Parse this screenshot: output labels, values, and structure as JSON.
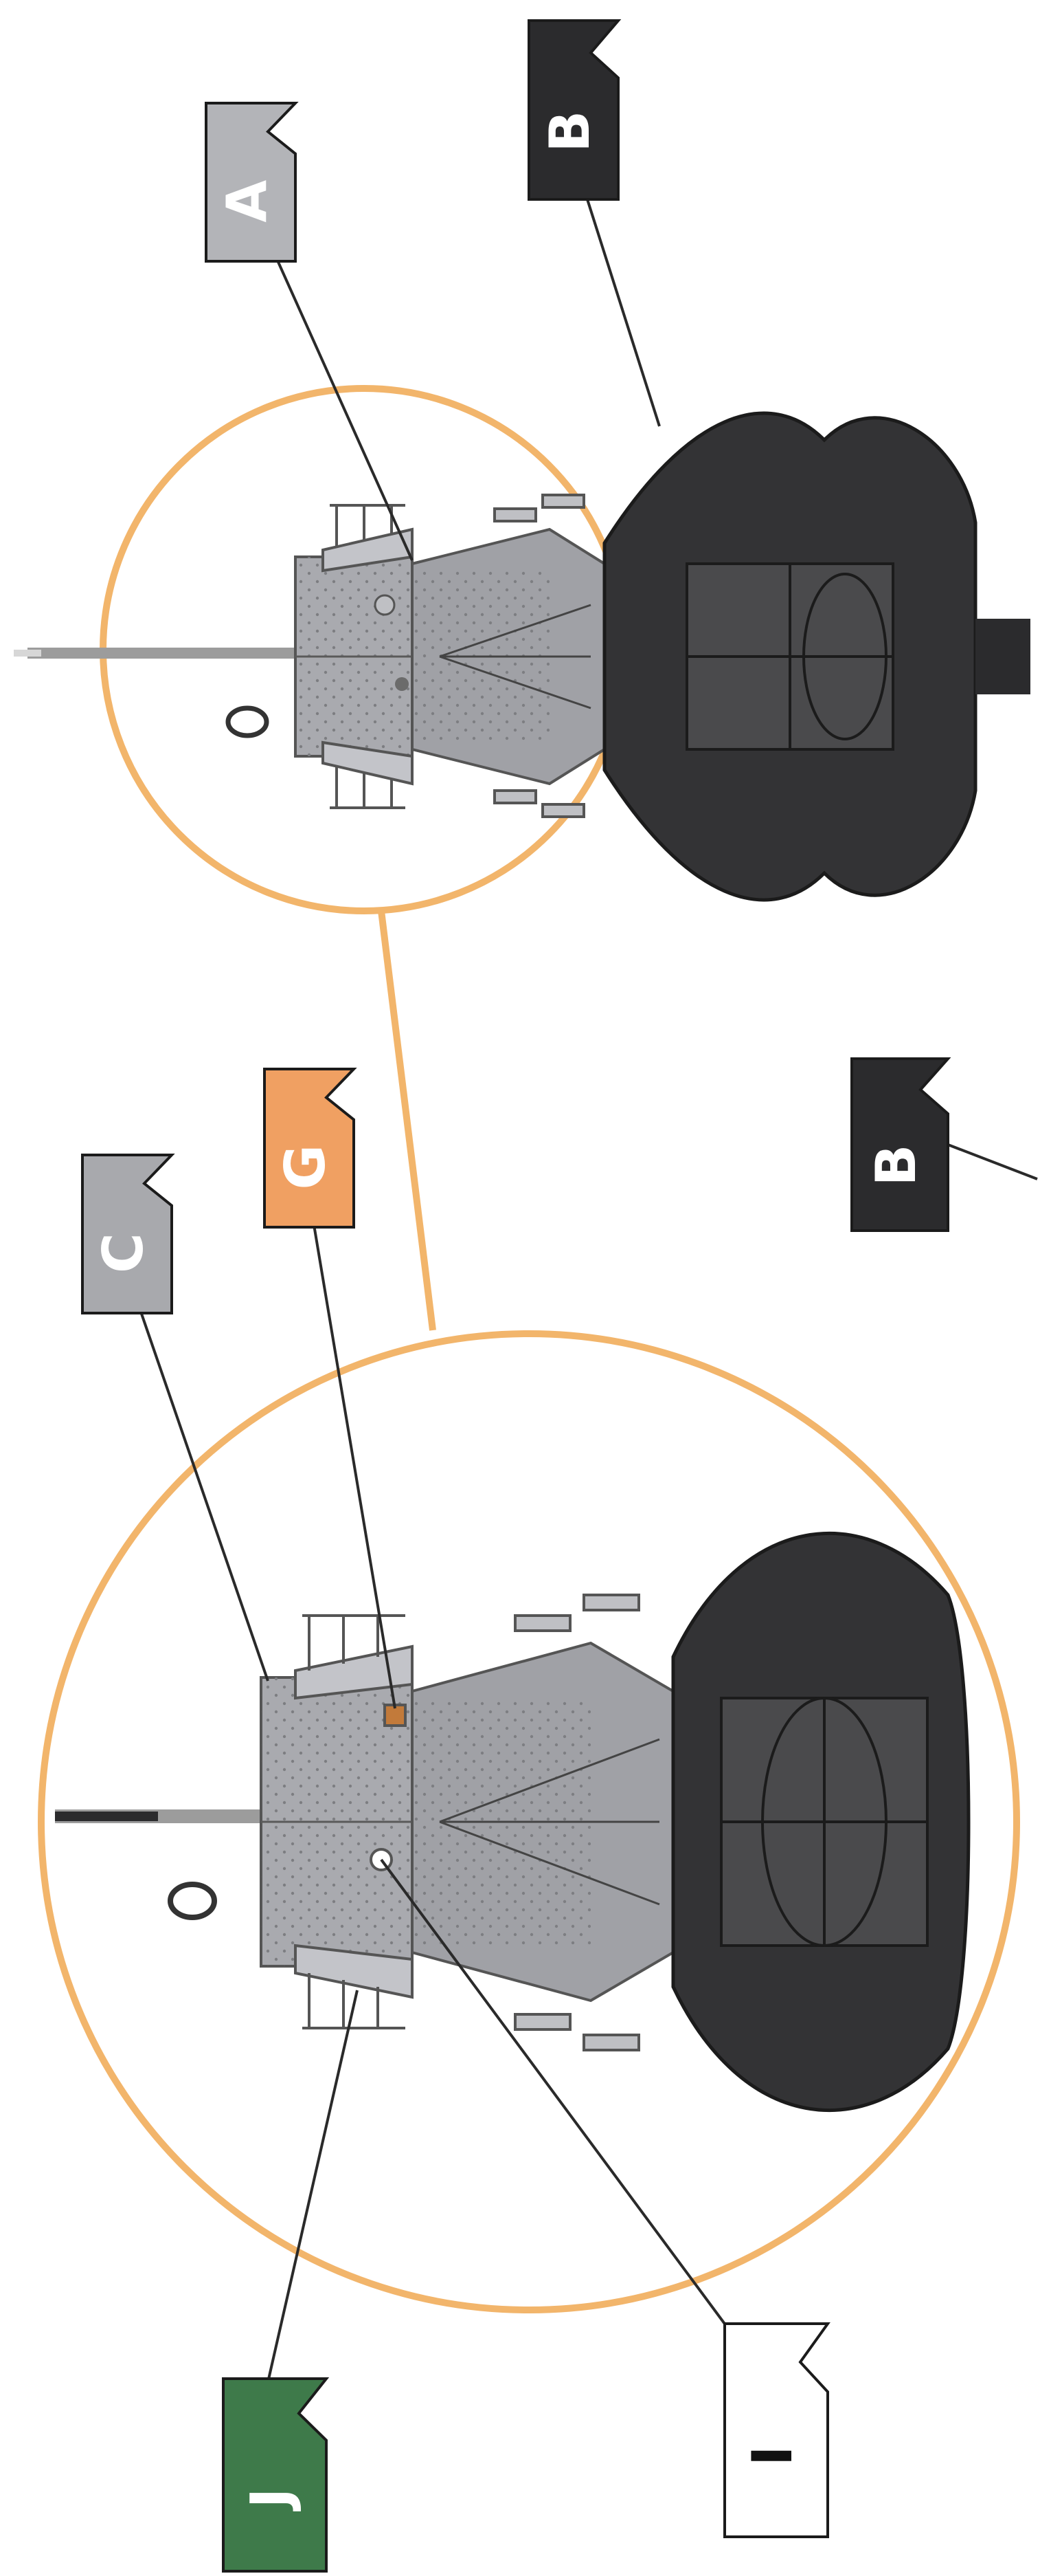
{
  "colors": {
    "background": "#ffffff",
    "circle_outline": "#f2b56b",
    "leader_line": "#2a2a2a",
    "hull_dark": "#333335",
    "hull_mid": "#4a4a4c",
    "superstructure": "#a9aaaf",
    "superstructure_light": "#c3c4c9",
    "mast": "#8c8c8c"
  },
  "callouts": [
    {
      "id": "A",
      "label": "A",
      "fill": "#b3b4b8",
      "text_color": "#ffffff"
    },
    {
      "id": "B-top",
      "label": "B",
      "fill": "#2b2b2d",
      "text_color": "#ffffff"
    },
    {
      "id": "B-mid",
      "label": "B",
      "fill": "#2b2b2d",
      "text_color": "#ffffff"
    },
    {
      "id": "C",
      "label": "C",
      "fill": "#a8a9ad",
      "text_color": "#ffffff"
    },
    {
      "id": "G",
      "label": "G",
      "fill": "#f0a062",
      "text_color": "#ffffff"
    },
    {
      "id": "I",
      "label": "I",
      "fill": "#ffffff",
      "text_color": "#111111"
    },
    {
      "id": "J",
      "label": "J",
      "fill": "#3e7a4a",
      "text_color": "#ffffff"
    }
  ]
}
